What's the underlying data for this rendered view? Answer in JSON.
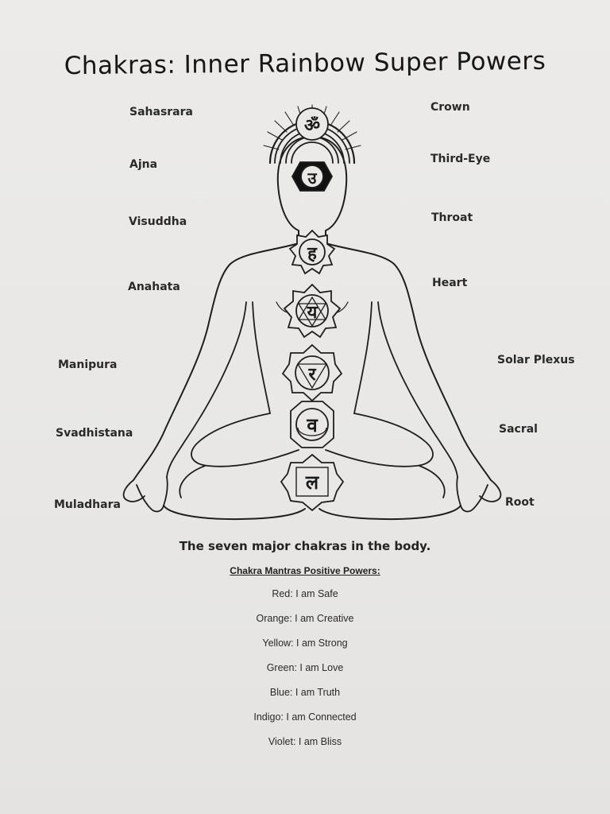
{
  "title": "Chakras: Inner Rainbow Super Powers",
  "chakras": [
    {
      "sanskrit": "Sahasrara",
      "english": "Crown",
      "glyph": "ॐ"
    },
    {
      "sanskrit": "Ajna",
      "english": "Third-Eye",
      "glyph": "उ"
    },
    {
      "sanskrit": "Visuddha",
      "english": "Throat",
      "glyph": "ह"
    },
    {
      "sanskrit": "Anahata",
      "english": "Heart",
      "glyph": "य"
    },
    {
      "sanskrit": "Manipura",
      "english": "Solar Plexus",
      "glyph": "र"
    },
    {
      "sanskrit": "Svadhistana",
      "english": "Sacral",
      "glyph": "व"
    },
    {
      "sanskrit": "Muladhara",
      "english": "Root",
      "glyph": "ल"
    }
  ],
  "caption": "The seven major chakras in the body.",
  "mantras": {
    "heading": "Chakra Mantras Positive Powers:",
    "items": [
      "Red: I am Safe",
      "Orange: I am Creative",
      "Yellow: I am Strong",
      "Green: I am Love",
      "Blue: I am Truth",
      "Indigo: I am Connected",
      "Violet: I am Bliss"
    ]
  },
  "colors": {
    "ink": "#1a1a1a",
    "paper": "#e9e8e6"
  }
}
